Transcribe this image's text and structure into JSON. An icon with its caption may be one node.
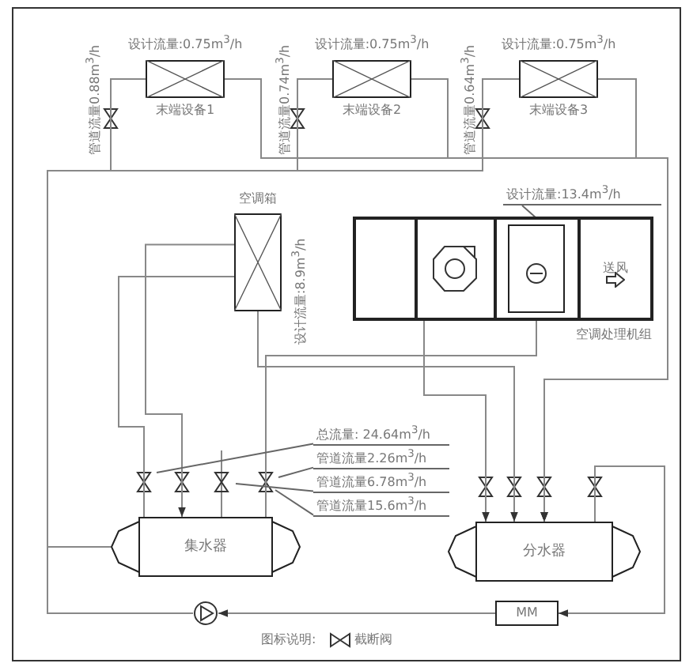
{
  "diagram": {
    "nodes": [
      {
        "text": [
          "设计流量:0.75m$^{3}$/h",
          "末端设备1"
        ]
      },
      {
        "text": [
          "设计流量:0.75m$^{3}$/h",
          "末端设备2"
        ]
      },
      {
        "text": [
          "设计流量:0.75m$^{3}$/h",
          "末端设备3"
        ]
      },
      {
        "text": [
          "空调箱",
          "设计流量:8.9m$^{3}$/h"
        ]
      },
      {
        "text": [
          "空调处理机组"
        ]
      },
      {
        "text": [],
        "shape": "box",
        "in": 4
      },
      {
        "text": [],
        "shape": "fan",
        "in": 4
      },
      {
        "text": [],
        "shape": "coil",
        "in": 4
      },
      {
        "text": [
          "送风"
        ],
        "in": 4
      },
      {
        "text": [
          "设计流量:13.4m$^{3}$/h"
        ]
      },
      {
        "text": [
          "集水器"
        ]
      },
      {
        "text": [
          "分水器"
        ]
      },
      {
        "text": [
          "总流量: 24.64m$^{3}$/h"
        ]
      },
      {
        "text": [
          "管道流量2.26m$^{3}$/h"
        ]
      },
      {
        "text": [
          "管道流量6.78m$^{3}$/h"
        ]
      },
      {
        "text": [
          "管道流量15.6m$^{3}$/h"
        ]
      },
      {
        "text": [],
        "shape": "pump"
      },
      {
        "text": [
          "MM"
        ]
      }
    ],
    "edges": [
      {
        "from": 0,
        "to": 11,
        "arrow": "to"
      },
      {
        "from": 1,
        "to": 11,
        "arrow": "to"
      },
      {
        "from": 2,
        "to": 11,
        "arrow": "to"
      },
      {
        "from": 3,
        "to": 11,
        "arrow": "to"
      },
      {
        "from": 7,
        "to": 10,
        "arrow": "none"
      },
      {
        "from": 3,
        "to": 10,
        "arrow": "to"
      },
      {
        "from": 11,
        "to": 17,
        "arrow": "to"
      },
      {
        "from": 17,
        "to": 16,
        "arrow": "to"
      },
      {
        "from": 16,
        "to": 10,
        "arrow": "none"
      },
      {
        "from": 9,
        "to": 7,
        "arrow": "none"
      },
      {
        "from": 12,
        "to": null,
        "arrow": "none"
      },
      {
        "from": 13,
        "to": null,
        "arrow": "none"
      },
      {
        "from": 14,
        "to": null,
        "arrow": "none"
      },
      {
        "from": 15,
        "to": null,
        "arrow": "none"
      },
      {
        "from": 0,
        "to": 10,
        "arrow": "none"
      },
      {
        "from": 1,
        "to": 10,
        "arrow": "none"
      },
      {
        "from": 2,
        "to": 10,
        "arrow": "none"
      },
      {
        "from": 3,
        "to": 10,
        "arrow": "none"
      },
      {
        "from": 6,
        "to": 11,
        "arrow": "to"
      }
    ],
    "labels": [
      "管道流量0.88m$^{3}$/h",
      "管道流量0.74m$^{3}$/h",
      "管道流量0.64m$^{3}$/h",
      "图标说明:"
    ],
    "legend": [
      {
        "text": "截断阀"
      }
    ]
  }
}
